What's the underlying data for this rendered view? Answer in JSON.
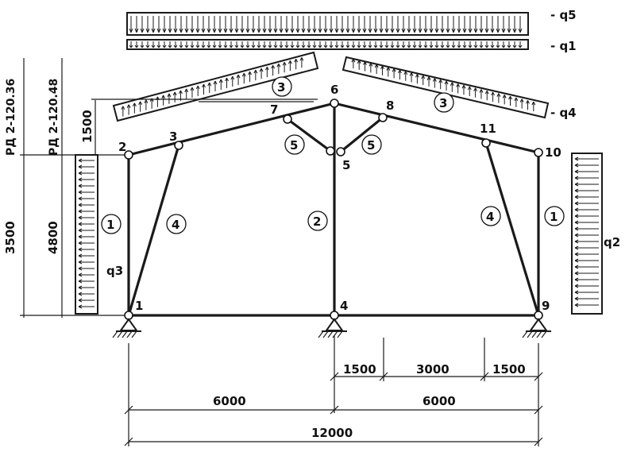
{
  "nodes": [
    "1",
    "2",
    "3",
    "4",
    "5",
    "6",
    "7",
    "8",
    "9",
    "10",
    "11"
  ],
  "members": {
    "m1_left": "1",
    "m1_right": "1",
    "m2": "2",
    "m3_left": "3",
    "m3_right": "3",
    "m4_left": "4",
    "m4_right": "4",
    "m5_left": "5",
    "m5_right": "5"
  },
  "loads": {
    "q5": "- q5",
    "q1": "- q1",
    "q4": "- q4",
    "q3": "q3",
    "q2": "q2"
  },
  "dimensions": {
    "h_1500": "1500",
    "h_3500": "3500",
    "h_4800": "4800",
    "bay_1500_a": "1500",
    "bay_3000": "3000",
    "bay_1500_b": "1500",
    "span_left": "6000",
    "span_right": "6000",
    "span_total": "12000"
  },
  "labels": {
    "rd_1": "РД 2-120.36",
    "rd_2": "РД 2-120.48"
  }
}
